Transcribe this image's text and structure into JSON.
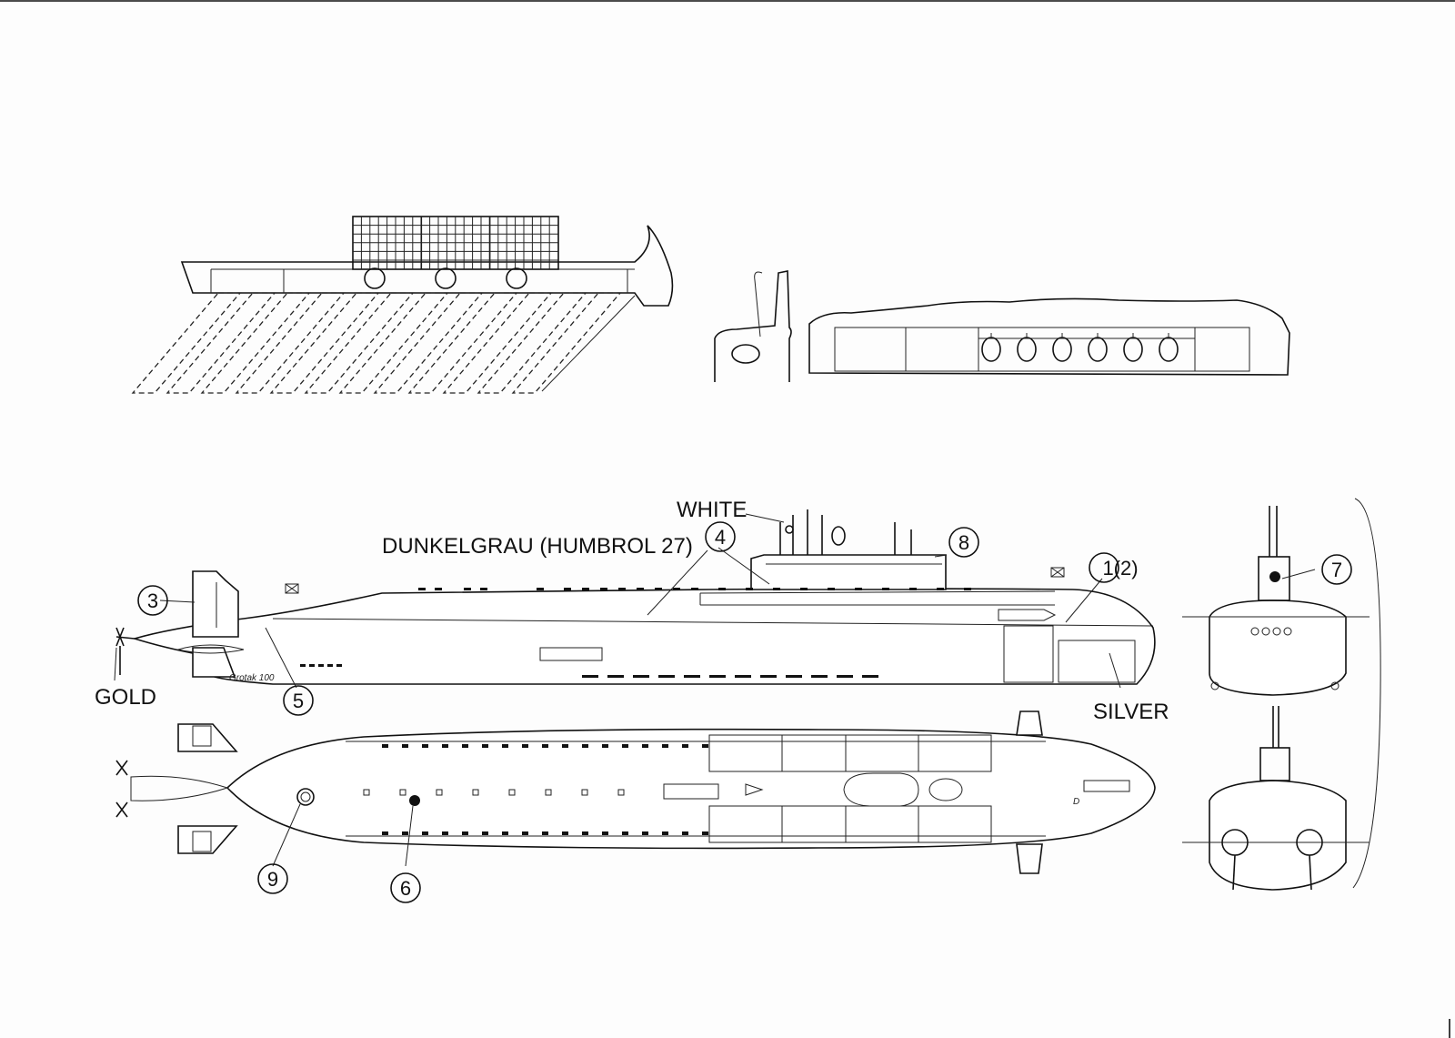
{
  "labels": {
    "white": "WHITE",
    "dunkelgrau": "DUNKELGRAU (HUMBROL 27)",
    "gold": "GOLD",
    "silver": "SILVER",
    "hull_name": "Grotak 100"
  },
  "callouts": {
    "c1": "1(2)",
    "c3": "3",
    "c4": "4",
    "c5": "5",
    "c6": "6",
    "c7": "7",
    "c8": "8",
    "c9": "9"
  }
}
